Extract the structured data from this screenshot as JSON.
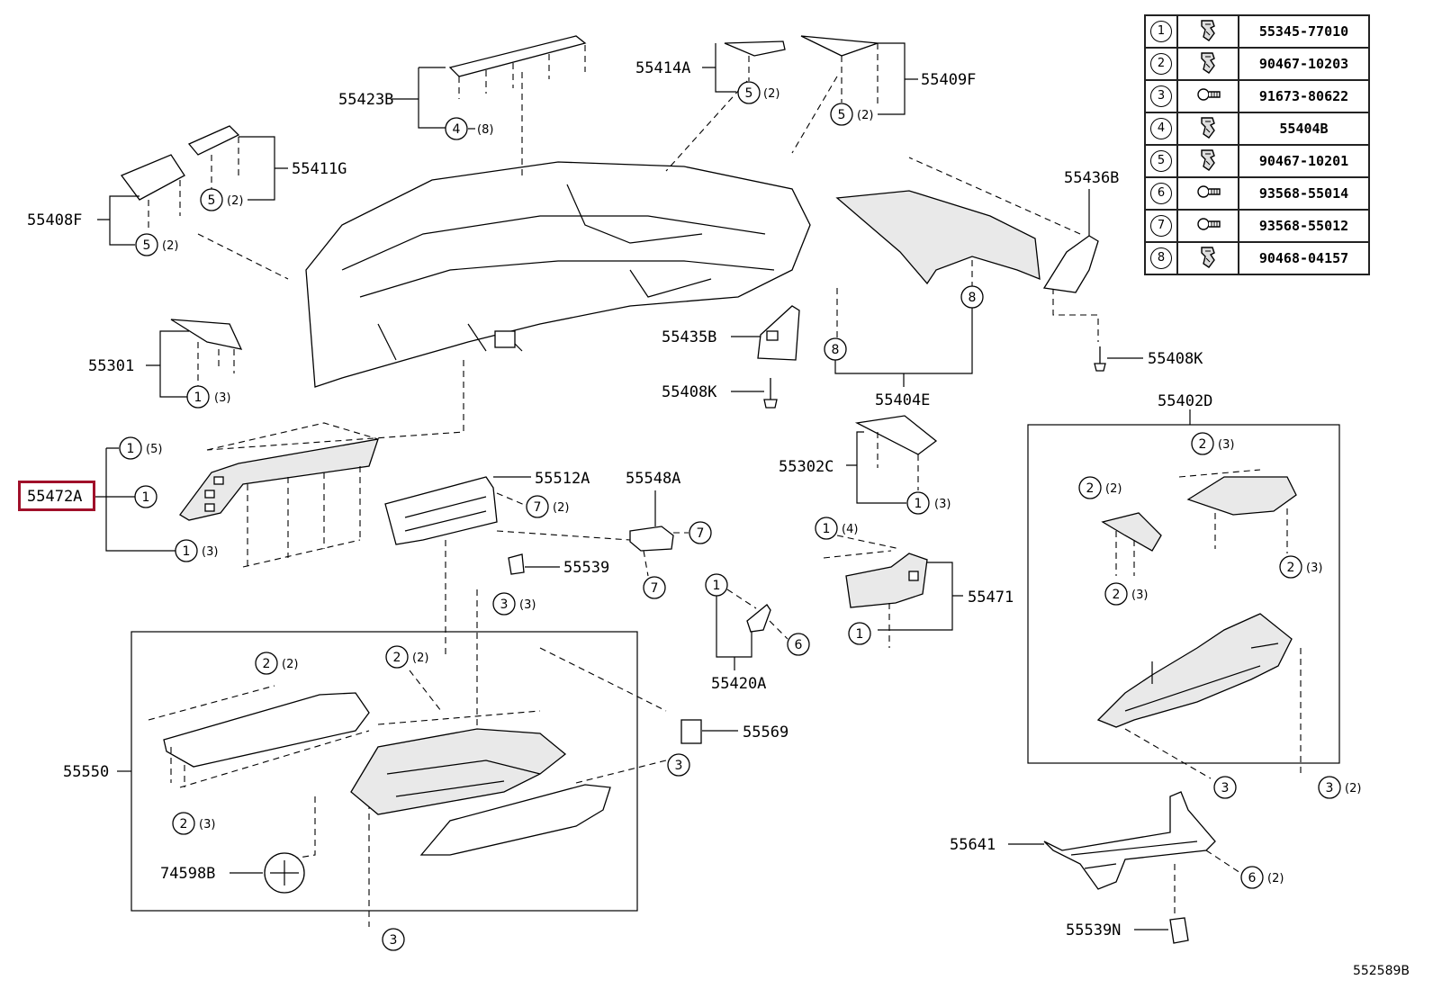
{
  "diagram_code": "552589B",
  "highlighted_part": "55472A",
  "legend": [
    {
      "num": "1",
      "icon": "clip-icon",
      "part": "55345-77010"
    },
    {
      "num": "2",
      "icon": "clip-icon",
      "part": "90467-10203"
    },
    {
      "num": "3",
      "icon": "screw-icon",
      "part": "91673-80622"
    },
    {
      "num": "4",
      "icon": "clip-icon",
      "part": "55404B"
    },
    {
      "num": "5",
      "icon": "clip-icon",
      "part": "90467-10201"
    },
    {
      "num": "6",
      "icon": "screw-icon",
      "part": "93568-55014"
    },
    {
      "num": "7",
      "icon": "screw-icon",
      "part": "93568-55012"
    },
    {
      "num": "8",
      "icon": "clip-icon",
      "part": "90468-04157"
    }
  ],
  "labels": {
    "p55423B": "55423B",
    "p55414A": "55414A",
    "p55409F": "55409F",
    "p55411G": "55411G",
    "p55408F": "55408F",
    "p55436B": "55436B",
    "p55301": "55301",
    "p55435B": "55435B",
    "p55408K_a": "55408K",
    "p55408K_b": "55408K",
    "p55404E": "55404E",
    "p55402D": "55402D",
    "p55302C": "55302C",
    "p55472A": "55472A",
    "p55512A": "55512A",
    "p55548A": "55548A",
    "p55539": "55539",
    "p55471": "55471",
    "p55420A": "55420A",
    "p55550": "55550",
    "p55569": "55569",
    "p74598B": "74598B",
    "p55641": "55641",
    "p55539N": "55539N"
  },
  "qty": {
    "q8": "(8)",
    "q2": "(2)",
    "q3": "(3)",
    "q4": "(4)",
    "q5": "(5)"
  }
}
